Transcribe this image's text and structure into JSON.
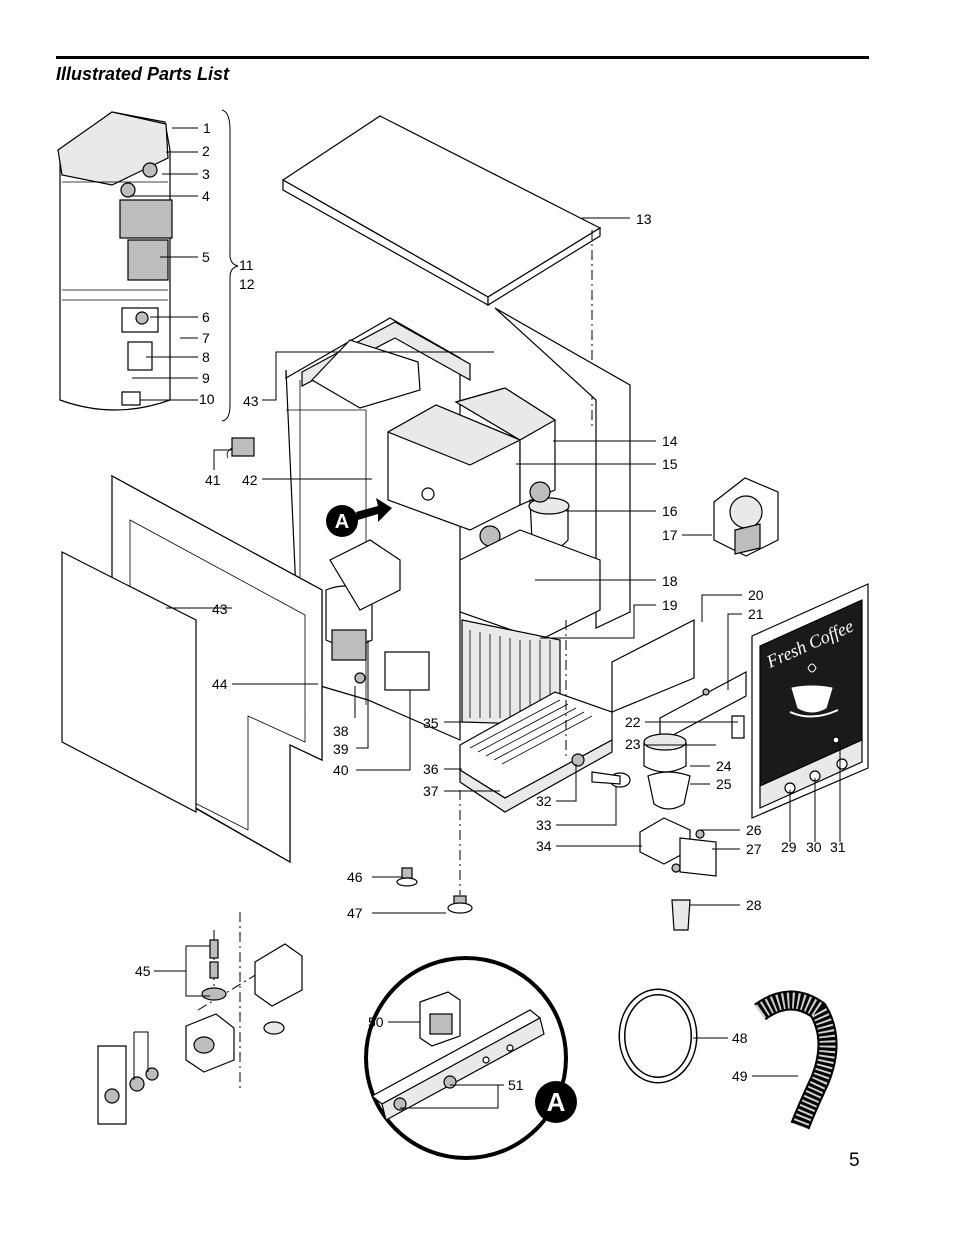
{
  "header": {
    "title": "Illustrated Parts List"
  },
  "page_number": "5",
  "callouts": {
    "c1": "1",
    "c2": "2",
    "c3": "3",
    "c4": "4",
    "c5": "5",
    "c6": "6",
    "c7": "7",
    "c8": "8",
    "c9": "9",
    "c10": "10",
    "c11": "11",
    "c12": "12",
    "c13": "13",
    "c14": "14",
    "c15": "15",
    "c16": "16",
    "c17": "17",
    "c18": "18",
    "c19": "19",
    "c20": "20",
    "c21": "21",
    "c22": "22",
    "c23": "23",
    "c24": "24",
    "c25": "25",
    "c26": "26",
    "c27": "27",
    "c28": "28",
    "c29": "29",
    "c30": "30",
    "c31": "31",
    "c32": "32",
    "c33": "33",
    "c34": "34",
    "c35": "35",
    "c36": "36",
    "c37": "37",
    "c38": "38",
    "c39": "39",
    "c40": "40",
    "c41": "41",
    "c42": "42",
    "c43a": "43",
    "c43b": "43",
    "c44": "44",
    "c45": "45",
    "c46": "46",
    "c47": "47",
    "c48": "48",
    "c49": "49",
    "c50": "50",
    "c51": "51"
  },
  "detail_marker": "A",
  "front_panel_text": "Fresh Coffee"
}
